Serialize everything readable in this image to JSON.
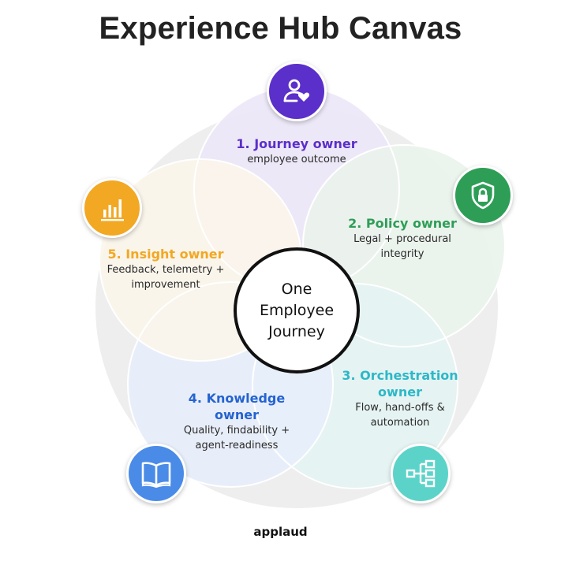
{
  "title": "Experience Hub Canvas",
  "center": {
    "line1": "One",
    "line2": "Employee",
    "line3": "Journey"
  },
  "owners": [
    {
      "heading": "1. Journey owner",
      "sub1": "employee outcome",
      "color": "#5B2FC9",
      "fill": "#EDE7F7",
      "icon": "user-heart-icon"
    },
    {
      "heading": "2. Policy owner",
      "sub1": "Legal + procedural",
      "sub2": "integrity",
      "color": "#2E9E57",
      "fill": "#EAF3EC",
      "icon": "shield-lock-icon"
    },
    {
      "heading1": "3. Orchestration",
      "heading2": "owner",
      "sub1": "Flow, hand-offs &",
      "sub2": "automation",
      "color": "#2CB8C8",
      "fill": "#E4F4F3",
      "icon": "flow-diagram-icon"
    },
    {
      "heading1": "4. Knowledge",
      "heading2": "owner",
      "sub1": "Quality, findability +",
      "sub2": "agent-readiness",
      "color": "#2463D1",
      "fill": "#E7EEFA",
      "icon": "open-book-icon"
    },
    {
      "heading": "5. Insight owner",
      "sub1": "Feedback, telemetry +",
      "sub2": "improvement",
      "color": "#F2A823",
      "fill": "#FBF6EA",
      "icon": "bar-chart-icon"
    }
  ],
  "brand": "applaud"
}
